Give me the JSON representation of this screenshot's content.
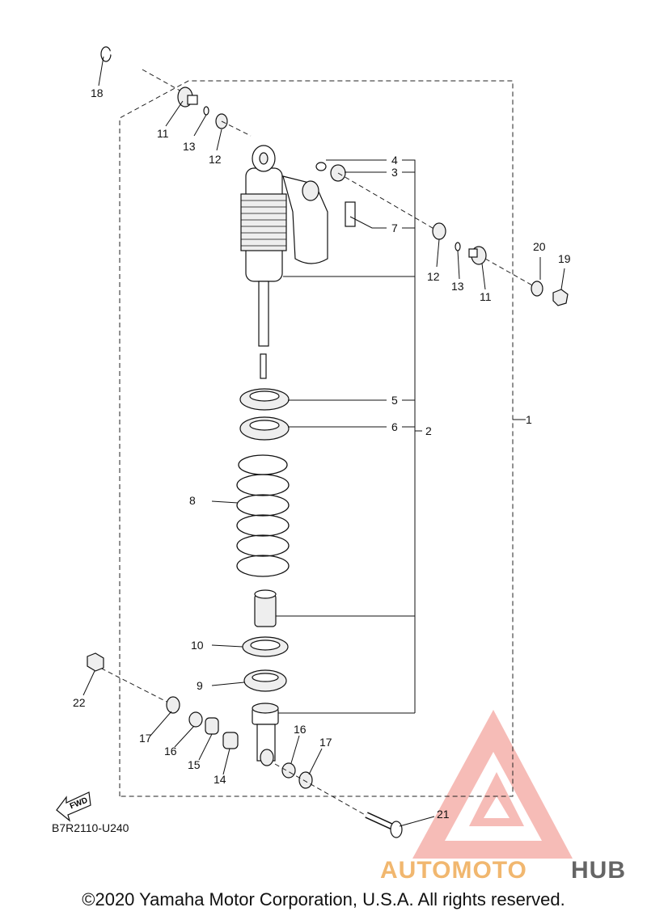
{
  "diagram_code": "B7R2110-U240",
  "fwd_label": "FWD",
  "copyright": "©2020 Yamaha Motor Corporation, U.S.A. All rights reserved.",
  "watermark": {
    "part1": "AUTOMOTO",
    "part2": "HUB",
    "color_primary": "#f4a6a0",
    "color_secondary": "#f0b060",
    "color_text2": "#555555"
  },
  "callouts": {
    "n1": "1",
    "n2": "2",
    "n3": "3",
    "n4": "4",
    "n5": "5",
    "n6": "6",
    "n7": "7",
    "n8": "8",
    "n9": "9",
    "n10": "10",
    "n11a": "11",
    "n11b": "11",
    "n12a": "12",
    "n12b": "12",
    "n12c": "12",
    "n13a": "13",
    "n13b": "13",
    "n14": "14",
    "n15": "15",
    "n16a": "16",
    "n16b": "16",
    "n17a": "17",
    "n17b": "17",
    "n18": "18",
    "n19": "19",
    "n20": "20",
    "n21": "21",
    "n22": "22"
  }
}
